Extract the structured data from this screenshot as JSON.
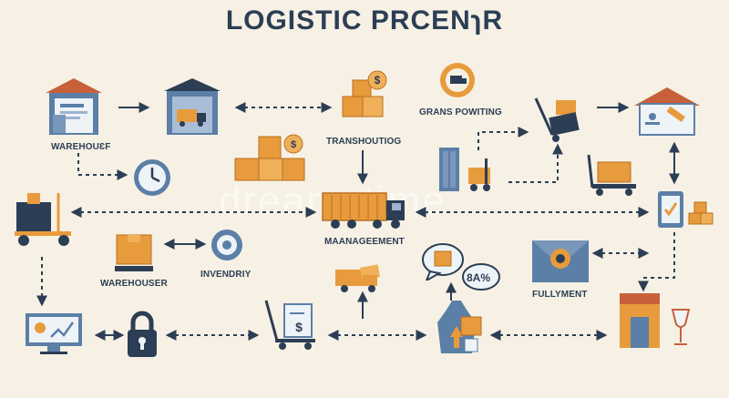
{
  "title": "LOGISTIC PRCENɿR",
  "labels": {
    "warehouse_top": "WAREHOUƐF",
    "transhouting": "TRANSHOUTIOG",
    "grans_powiting": "GRANS POWITING",
    "management": "MAANAGEEMENT",
    "warehouser": "WAREHOUSER",
    "inventory": "INVENDRIY",
    "fulfillment": "FULLYMENT",
    "percent_bubble": "8A%"
  },
  "watermark": "dreamstime",
  "colors": {
    "background": "#f6f1e4",
    "navy": "#2c3e55",
    "blue": "#5b7fa6",
    "orange": "#e89b3c",
    "arrow": "#2c3e55"
  }
}
